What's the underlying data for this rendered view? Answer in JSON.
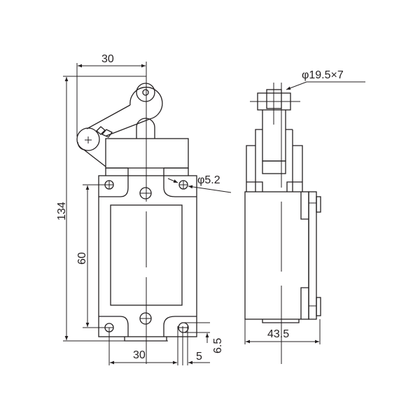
{
  "title": "Limit switch dimension drawing",
  "dimensions": {
    "lever_offset": "30",
    "total_height": "134",
    "mount_hole_spacing_vertical": "60",
    "mount_hole_spacing_horizontal": "30",
    "hole_offset": "5",
    "hole_height": "6.5",
    "mount_hole_diameter": "φ5.2",
    "roller_size": "φ19.5×7",
    "depth": "43.5"
  },
  "colors": {
    "line": "#231f20",
    "background": "#ffffff"
  }
}
